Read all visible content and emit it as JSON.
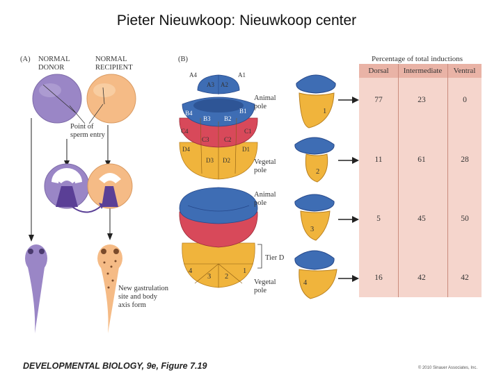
{
  "title": "Pieter Nieuwkoop: Nieuwkoop center",
  "panel_a": {
    "letter": "(A)",
    "donor_l1": "NORMAL",
    "donor_l2": "DONOR",
    "recipient_l1": "NORMAL",
    "recipient_l2": "RECIPIENT",
    "sperm_l1": "Point of",
    "sperm_l2": "sperm entry",
    "new_l1": "New gastrulation",
    "new_l2": "site and body",
    "new_l3": "axis form"
  },
  "panel_b": {
    "letter": "(B)",
    "cells": [
      "A4",
      "A3",
      "A2",
      "A1",
      "B4",
      "B3",
      "B2",
      "B1",
      "C4",
      "C3",
      "C2",
      "C1",
      "D4",
      "D3",
      "D2",
      "D1"
    ],
    "animal_pole_1": "Animal",
    "animal_pole_2": "pole",
    "vegetal_pole_1": "Vegetal",
    "vegetal_pole_2": "pole",
    "tier_d": "Tier D",
    "tier_numbers": [
      "4",
      "3",
      "2",
      "1"
    ],
    "explant_numbers": [
      "1",
      "2",
      "3",
      "4"
    ]
  },
  "table": {
    "title": "Percentage of total inductions",
    "headers": [
      "Dorsal",
      "Intermediate",
      "Ventral"
    ],
    "rows": [
      [
        "77",
        "23",
        "0"
      ],
      [
        "11",
        "61",
        "28"
      ],
      [
        "5",
        "45",
        "50"
      ],
      [
        "16",
        "42",
        "42"
      ]
    ]
  },
  "colors": {
    "blue": "#3e6db4",
    "red": "#d8495a",
    "orange": "#f0b43c",
    "purple": "#9a86c6",
    "peach": "#f5bb86",
    "table_bg": "#f5d5cc"
  },
  "caption": "DEVELOPMENTAL BIOLOGY, 9e, Figure 7.19",
  "copyright": "© 2010 Sinauer Associates, Inc."
}
